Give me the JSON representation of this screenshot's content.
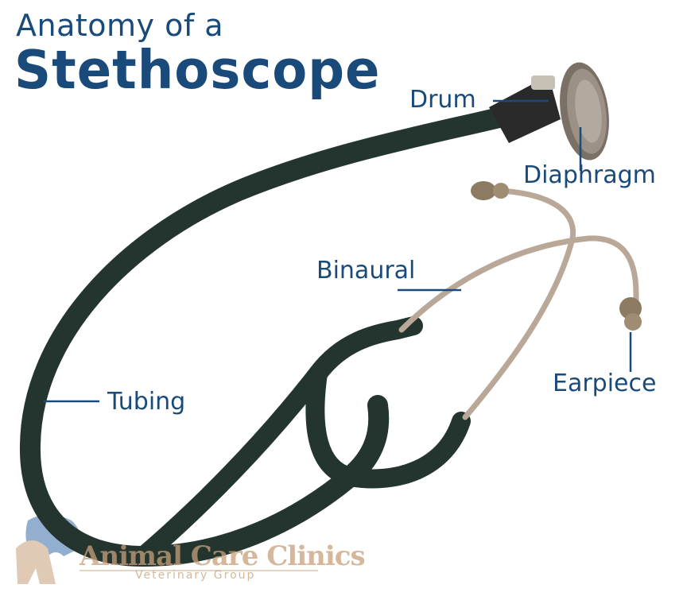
{
  "title": {
    "line1": "Anatomy of a",
    "line2": "Stethoscope"
  },
  "labels": {
    "drum": "Drum",
    "diaphragm": "Diaphragm",
    "binaural": "Binaural",
    "earpiece": "Earpiece",
    "tubing": "Tubing"
  },
  "logo": {
    "name": "Animal Care Clinics",
    "subtitle": "Veterinary Group"
  },
  "colors": {
    "label_text": "#1a4a7a",
    "tubing": "#243530",
    "metal": "#b9a898",
    "logo": "#c8a07a"
  }
}
